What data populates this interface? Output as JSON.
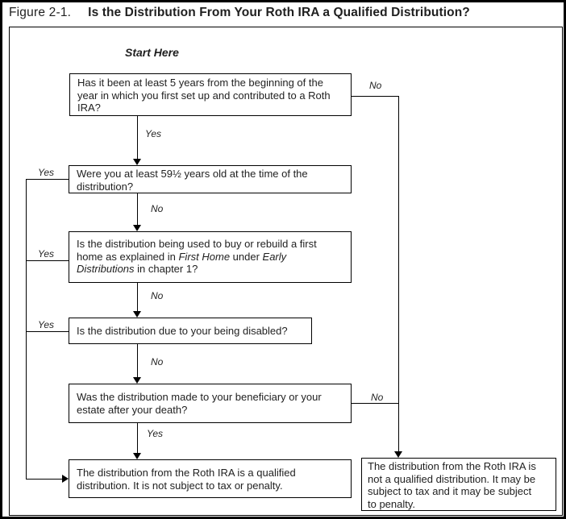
{
  "figure": {
    "label": "Figure 2-1.",
    "title": "Is the Distribution From Your Roth IRA a Qualified Distribution?"
  },
  "labels": {
    "start": "Start Here",
    "yes": "Yes",
    "no": "No"
  },
  "nodes": {
    "q1": "Has it been at least 5 years from the beginning of the\nyear in which you first set up and contributed to a Roth\nIRA?",
    "q2": "Were you at least 59½ years old at the time of the\ndistribution?",
    "q3_parts": [
      "Is the distribution being used to buy or rebuild a first\nhome as explained in ",
      "First Home",
      " under ",
      "Early\nDistributions",
      " in chapter 1?"
    ],
    "q4": "Is the distribution due to your being disabled?",
    "q5": "Was the distribution made to your beneficiary or your\nestate after your death?",
    "result_qualified": "The distribution from the Roth IRA is a qualified\ndistribution. It is not subject to tax or penalty.",
    "result_not_qualified": "The distribution from the Roth IRA is\nnot a qualified distribution. It may be\nsubject to tax and it may be subject\nto penalty."
  },
  "colors": {
    "line": "#000000",
    "text": "#1f1f1f",
    "background": "#ffffff"
  }
}
